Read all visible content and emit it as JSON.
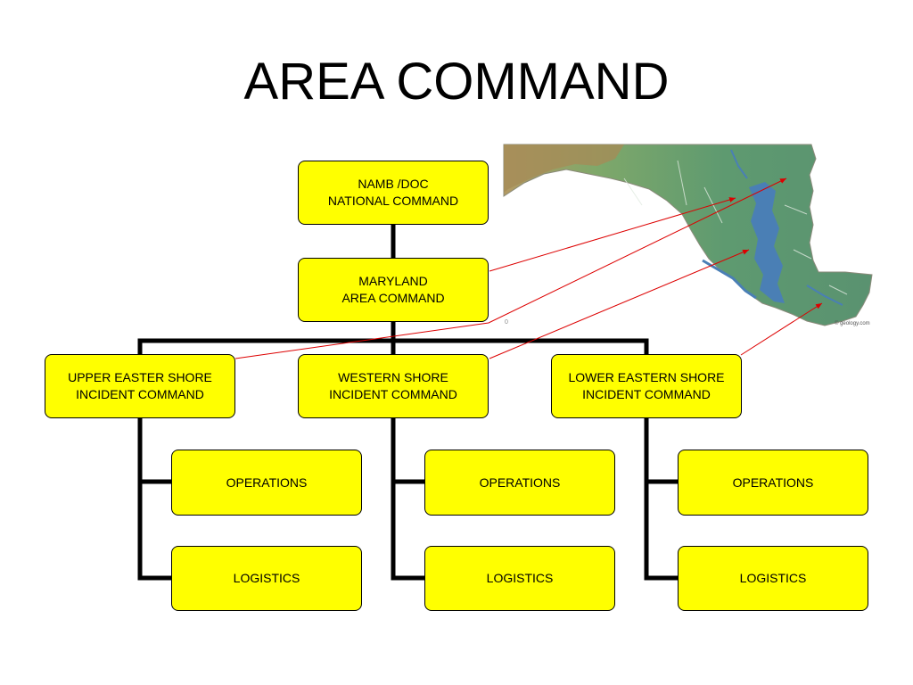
{
  "title": "AREA COMMAND",
  "nodes": {
    "national": {
      "line1": "NAMB /DOC",
      "line2": "NATIONAL COMMAND"
    },
    "area": {
      "line1": "MARYLAND",
      "line2": "AREA COMMAND"
    },
    "upper": {
      "line1": "UPPER EASTER SHORE",
      "line2": "INCIDENT COMMAND"
    },
    "western": {
      "line1": "WESTERN SHORE",
      "line2": "INCIDENT COMMAND"
    },
    "lower": {
      "line1": "LOWER EASTERN SHORE",
      "line2": "INCIDENT COMMAND"
    },
    "operations_label": "OPERATIONS",
    "logistics_label": "LOGISTICS"
  },
  "map": {
    "credit": "© geology.com",
    "marker": "0"
  },
  "colors": {
    "box_fill": "#ffff00",
    "connector": "#000000",
    "arrow": "#dd0000",
    "map_land": "#5f9a6e",
    "map_highland": "#9b8a5c",
    "map_water": "#4a7fb5"
  }
}
